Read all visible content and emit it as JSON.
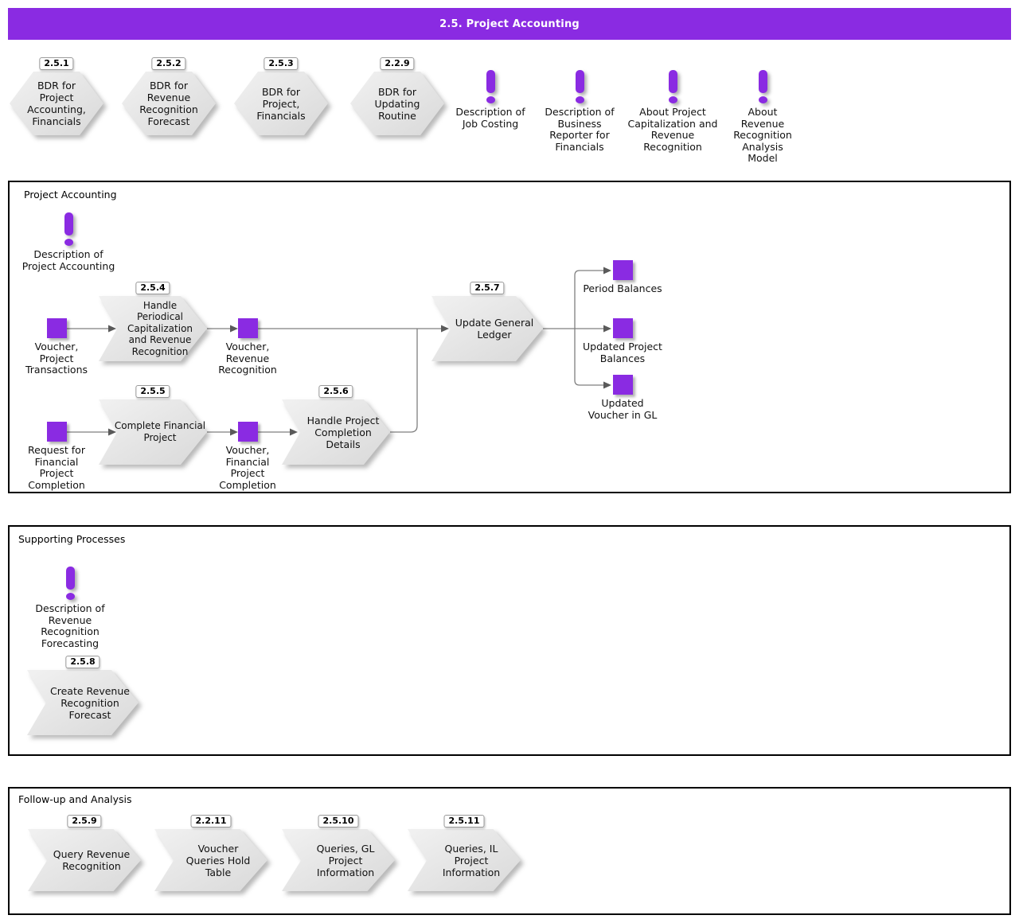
{
  "banner": {
    "title": "2.5. Project Accounting"
  },
  "colors": {
    "accent": "#8A2BE2",
    "shape_fill_light": "#F0F0F0",
    "shape_fill_dark": "#D8D8D8",
    "line": "#7f7f7f"
  },
  "top_row": {
    "hex1": {
      "badge": "2.5.1",
      "label": "BDR for\nProject\nAccounting,\nFinancials"
    },
    "hex2": {
      "badge": "2.5.2",
      "label": "BDR for\nRevenue\nRecognition\nForecast"
    },
    "hex3": {
      "badge": "2.5.3",
      "label": "BDR for\nProject,\nFinancials"
    },
    "hex4": {
      "badge": "2.2.9",
      "label": "BDR for\nUpdating\nRoutine"
    },
    "info1": {
      "label": "Description of\nJob Costing"
    },
    "info2": {
      "label": "Description of\nBusiness\nReporter for\nFinancials"
    },
    "info3": {
      "label": "About Project\nCapitalization and\nRevenue\nRecognition"
    },
    "info4": {
      "label": "About\nRevenue\nRecognition\nAnalysis\nModel"
    }
  },
  "project_accounting": {
    "title": "Project Accounting",
    "info": {
      "label": "Description of\nProject Accounting"
    },
    "doc_in1": {
      "label": "Voucher,\nProject\nTransactions"
    },
    "p254": {
      "badge": "2.5.4",
      "label": "Handle\nPeriodical\nCapitalization\nand Revenue\nRecognition"
    },
    "doc_mid1": {
      "label": "Voucher,\nRevenue\nRecognition"
    },
    "p257": {
      "badge": "2.5.7",
      "label": "Update General\nLedger"
    },
    "out1": {
      "label": "Period Balances"
    },
    "out2": {
      "label": "Updated Project\nBalances"
    },
    "out3": {
      "label": "Updated\nVoucher in GL"
    },
    "doc_in2": {
      "label": "Request for\nFinancial\nProject\nCompletion"
    },
    "p255": {
      "badge": "2.5.5",
      "label": "Complete Financial\nProject"
    },
    "doc_mid2": {
      "label": "Voucher,\nFinancial\nProject\nCompletion"
    },
    "p256": {
      "badge": "2.5.6",
      "label": "Handle Project\nCompletion\nDetails"
    }
  },
  "supporting": {
    "title": "Supporting Processes",
    "info": {
      "label": "Description of\nRevenue\nRecognition\nForecasting"
    },
    "p258": {
      "badge": "2.5.8",
      "label": "Create Revenue\nRecognition\nForecast"
    }
  },
  "followup": {
    "title": "Follow-up and Analysis",
    "p259": {
      "badge": "2.5.9",
      "label": "Query Revenue\nRecognition"
    },
    "p2211": {
      "badge": "2.2.11",
      "label": "Voucher\nQueries Hold\nTable"
    },
    "p2510": {
      "badge": "2.5.10",
      "label": "Queries, GL\nProject\nInformation"
    },
    "p2511": {
      "badge": "2.5.11",
      "label": "Queries, IL\nProject\nInformation"
    }
  }
}
